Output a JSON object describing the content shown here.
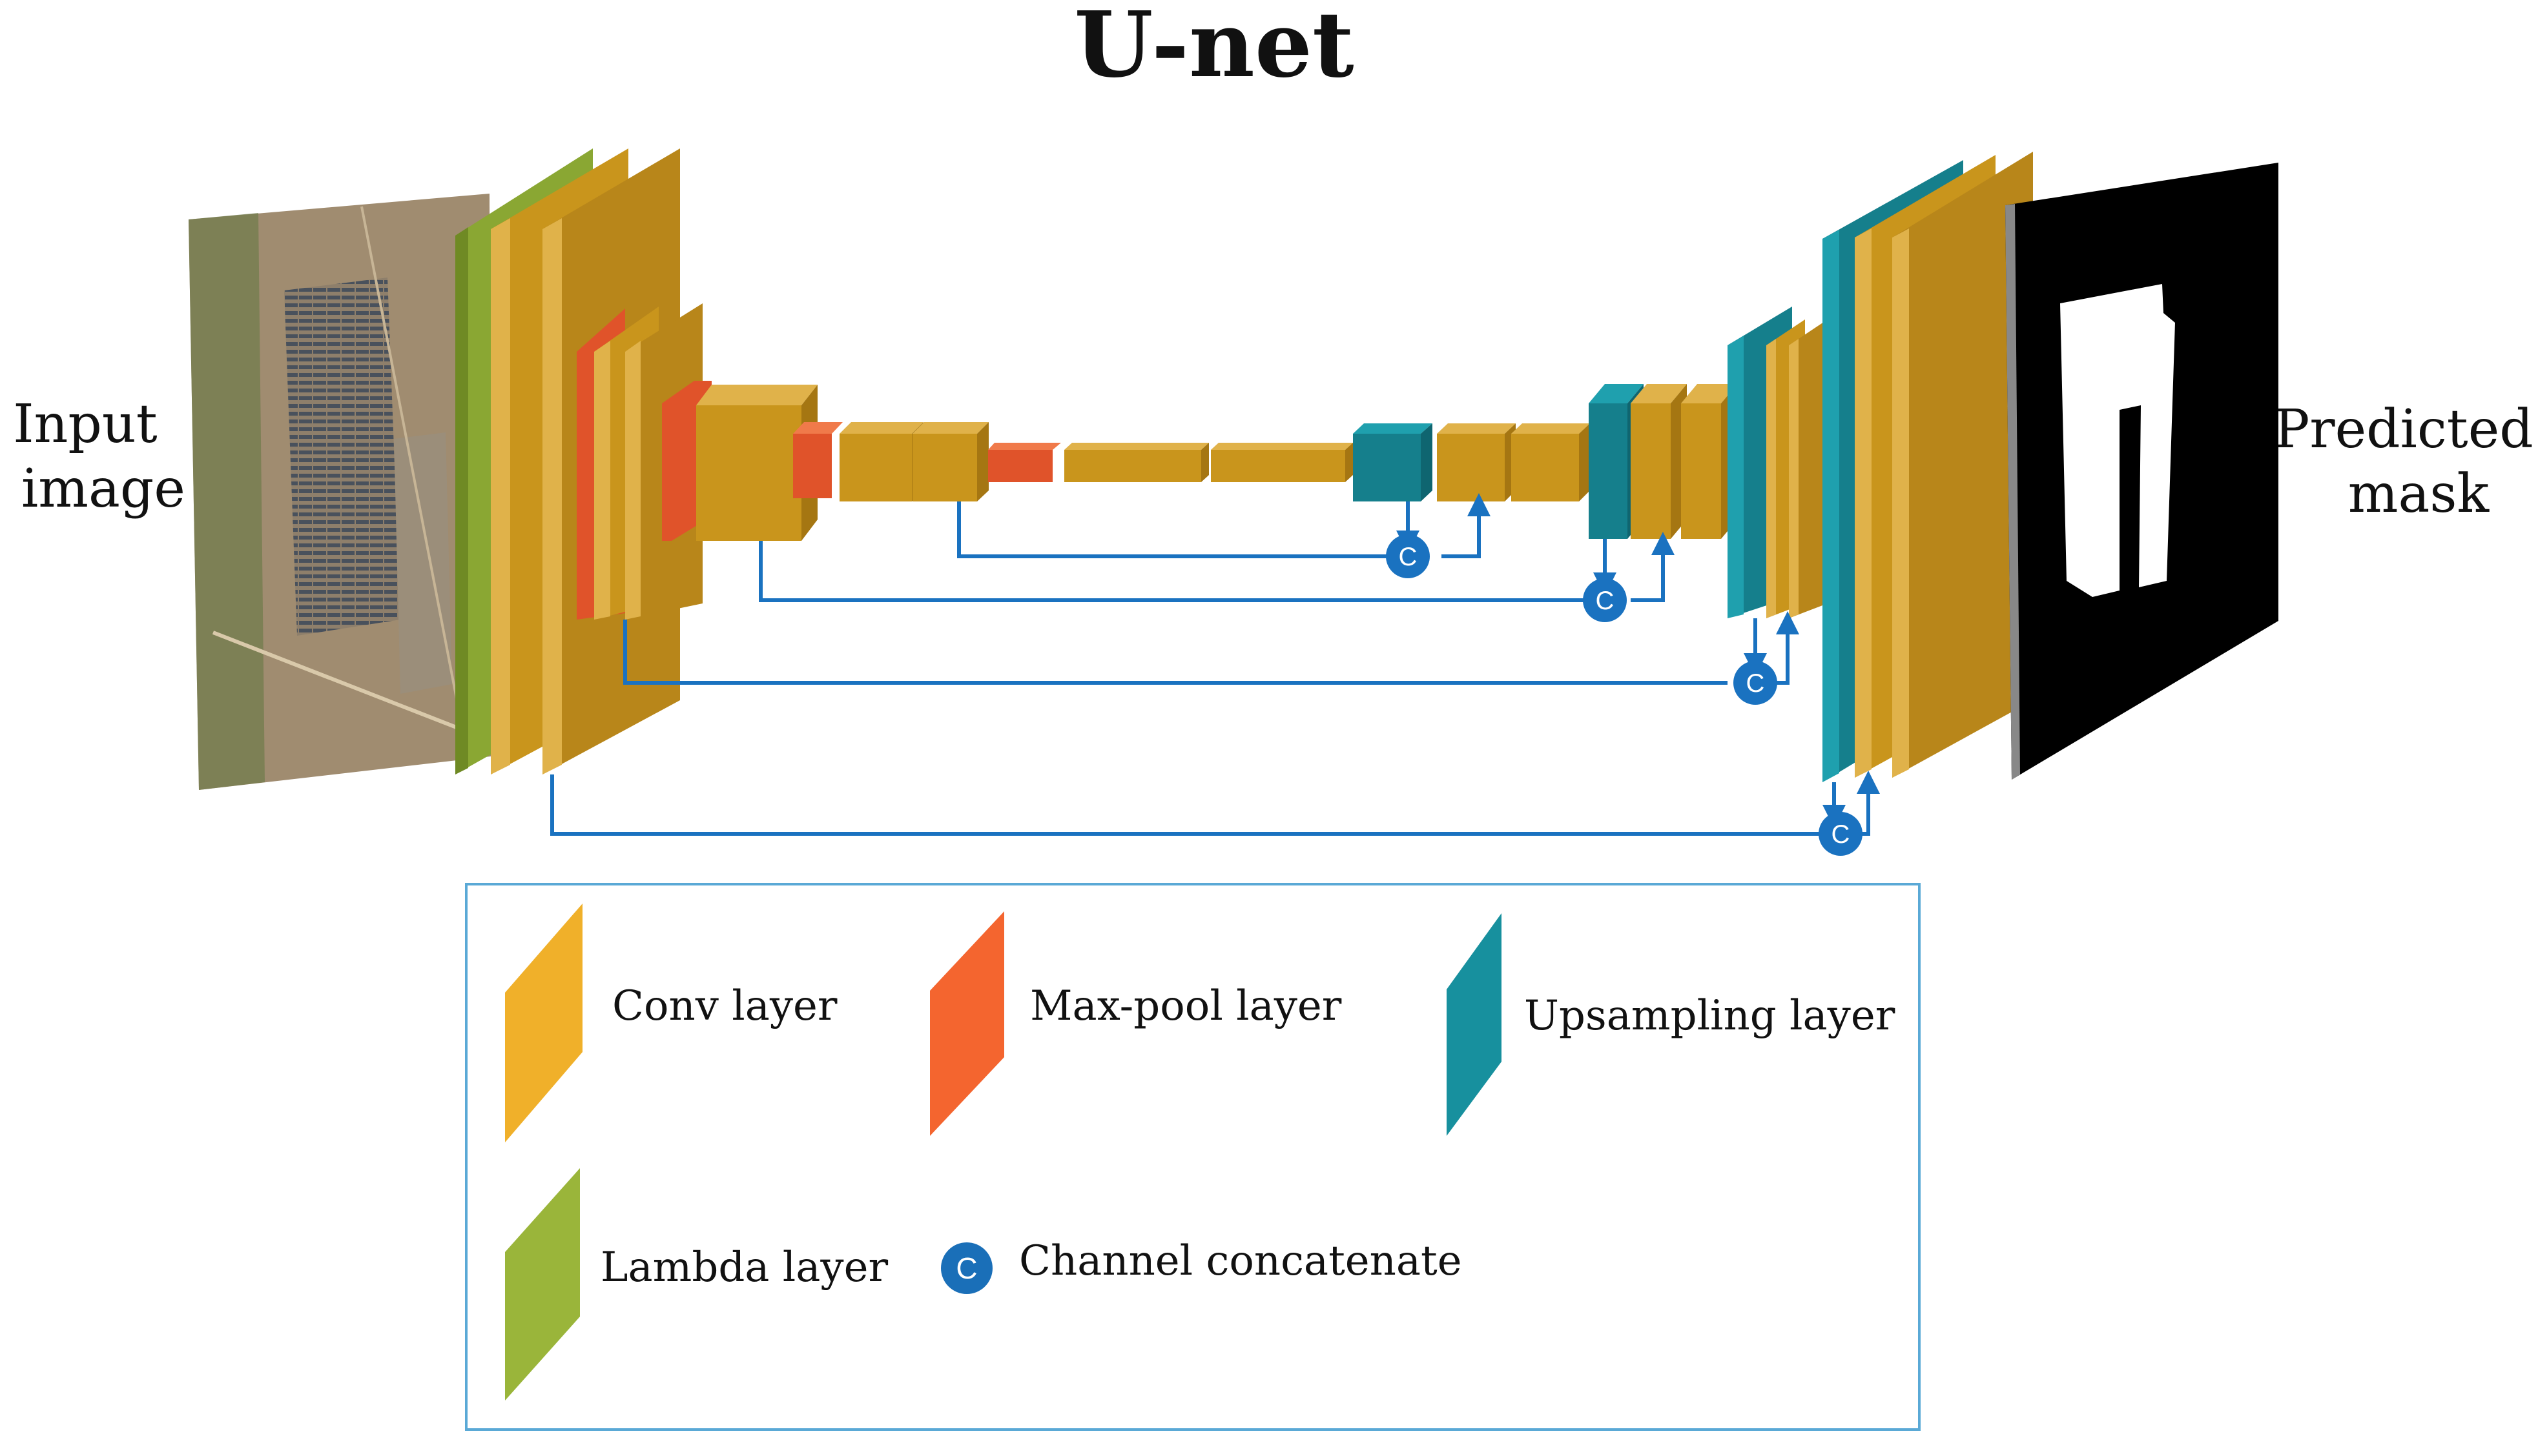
{
  "title": "U-net",
  "input_label_lines": [
    "Input",
    "image"
  ],
  "output_label_lines": [
    "Predicted",
    "mask"
  ],
  "concat_symbol": "C",
  "legend": {
    "items": [
      {
        "key": "conv",
        "label": "Conv layer",
        "color": "#f0b02a"
      },
      {
        "key": "maxpool",
        "label": "Max-pool layer",
        "color": "#f4652f"
      },
      {
        "key": "upsampling",
        "label": "Upsampling layer",
        "color": "#17909e"
      },
      {
        "key": "lambda",
        "label": "Lambda layer",
        "color": "#9ab53a"
      },
      {
        "key": "concat",
        "label": "Channel concatenate",
        "color": "#1a6fb8"
      }
    ],
    "border_color": "#5aa9d6"
  },
  "colors": {
    "conv_front": "#c9951c",
    "conv_side": "#a57612",
    "conv_top": "#e0b24a",
    "maxpool_front": "#e0532a",
    "upsampling_front": "#157f8c",
    "lambda_front": "#8aa733",
    "connector": "#1a72c0"
  },
  "icons": {
    "input_image": "satellite-image",
    "output_image": "binary-mask-image"
  }
}
